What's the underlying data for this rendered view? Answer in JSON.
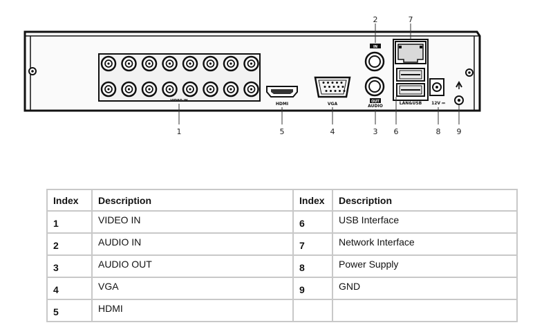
{
  "panel": {
    "labels": {
      "video_in": "VIDEO IN",
      "hdmi": "HDMI",
      "vga": "VGA",
      "audio_in_tag": "IN",
      "audio_out_tag": "OUT",
      "audio": "AUDIO",
      "lan_usb": "LAN&USB",
      "power": "12V ⎓"
    },
    "callouts": [
      "1",
      "5",
      "4",
      "2",
      "3",
      "7",
      "6",
      "8",
      "9"
    ],
    "bnc_rows": 2,
    "bnc_cols": 8
  },
  "table": {
    "headers": {
      "index": "Index",
      "description": "Description"
    },
    "rows": [
      {
        "left_index": "1",
        "left_desc": "VIDEO IN",
        "right_index": "6",
        "right_desc": "USB Interface"
      },
      {
        "left_index": "2",
        "left_desc": "AUDIO IN",
        "right_index": "7",
        "right_desc": "Network Interface"
      },
      {
        "left_index": "3",
        "left_desc": "AUDIO OUT",
        "right_index": "8",
        "right_desc": "Power Supply"
      },
      {
        "left_index": "4",
        "left_desc": "VGA",
        "right_index": "9",
        "right_desc": "GND"
      },
      {
        "left_index": "5",
        "left_desc": "HDMI",
        "right_index": "",
        "right_desc": ""
      }
    ]
  }
}
